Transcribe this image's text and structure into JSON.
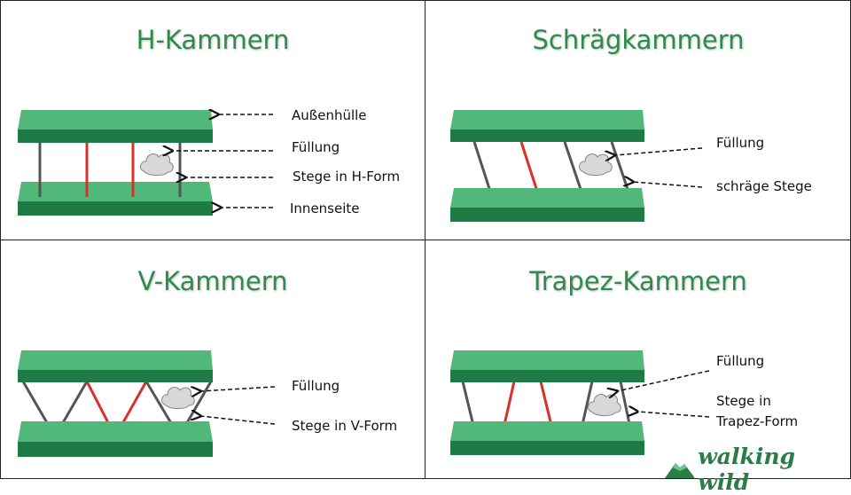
{
  "colors": {
    "plate_top": "#52b87a",
    "plate_front": "#207a46",
    "strut_gray": "#555555",
    "strut_red": "#d9302a",
    "title": "#2f8a4b"
  },
  "panels": [
    {
      "title": "H-Kammern",
      "labels": [
        "Außenhülle",
        "Füllung",
        "Stege in H-Form",
        "Innenseite"
      ]
    },
    {
      "title": "Schrägkammern",
      "labels": [
        "Füllung",
        "schräge Stege"
      ]
    },
    {
      "title": "V-Kammern",
      "labels": [
        "Füllung",
        "Stege in V-Form"
      ]
    },
    {
      "title": "Trapez-Kammern",
      "labels": [
        "Füllung",
        "Stege in",
        "Trapez-Form"
      ]
    }
  ],
  "logo": {
    "text": "walking wild",
    "icon": "mountain-icon"
  }
}
